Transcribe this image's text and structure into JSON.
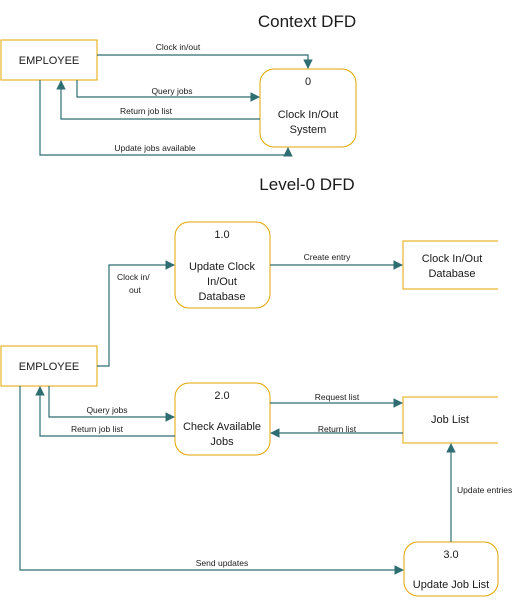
{
  "context": {
    "title": "Context DFD",
    "employee": "EMPLOYEE",
    "process_id": "0",
    "process_line1": "Clock In/Out",
    "process_line2": "System",
    "flows": {
      "clock_in_out": "Clock in/out",
      "query_jobs": "Query jobs",
      "return_job_list": "Return job list",
      "update_jobs_available": "Update jobs available"
    }
  },
  "level0": {
    "title": "Level-0 DFD",
    "employee": "EMPLOYEE",
    "p1": {
      "id": "1.0",
      "line1": "Update Clock",
      "line2": "In/Out",
      "line3": "Database"
    },
    "p2": {
      "id": "2.0",
      "line1": "Check Available",
      "line2": "Jobs"
    },
    "p3": {
      "id": "3.0",
      "line1": "Update Job List"
    },
    "store_clock": {
      "line1": "Clock In/Out",
      "line2": "Database"
    },
    "store_jobs": {
      "line1": "Job List"
    },
    "flows": {
      "clock_in_line1": "Clock in/",
      "clock_in_line2": "out",
      "create_entry": "Create entry",
      "query_jobs": "Query jobs",
      "return_job_list": "Return job list",
      "request_list": "Request list",
      "return_list": "Return list",
      "update_entries": "Update entries",
      "send_updates": "Send updates"
    }
  },
  "colors": {
    "shape_border": "#e2a400",
    "arrow": "#2e6e72"
  }
}
